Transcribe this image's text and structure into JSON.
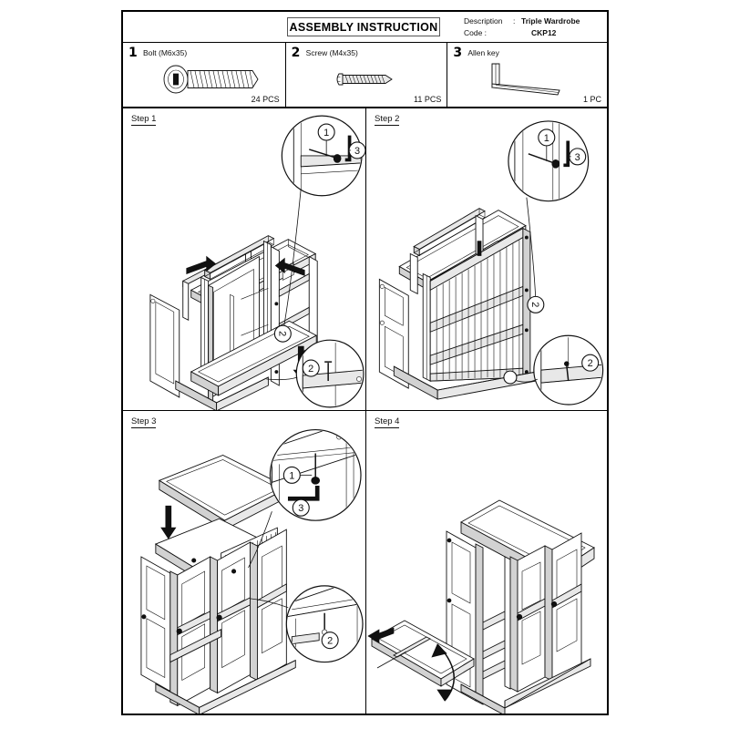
{
  "sheet": {
    "title": "ASSEMBLY  INSTRUCTION",
    "description_label": "Description",
    "description_sep": ":",
    "description_value": "Triple Wardrobe",
    "code_label": "Code :",
    "code_value": "CKP12"
  },
  "parts": [
    {
      "number": "1",
      "name": "Bolt  (M6x35)",
      "qty": "24 PCS",
      "icon": "hex-socket-bolt-icon"
    },
    {
      "number": "2",
      "name": "Screw (M4x35)",
      "qty": "11 PCS",
      "icon": "pan-head-screw-icon"
    },
    {
      "number": "3",
      "name": "Allen key",
      "qty": "1 PC",
      "icon": "allen-key-icon"
    }
  ],
  "steps": [
    {
      "label": "Step 1",
      "callouts": [
        {
          "id": "1",
          "part": "1"
        },
        {
          "id": "3",
          "part": "3"
        },
        {
          "id": "2",
          "part": "2"
        }
      ]
    },
    {
      "label": "Step 2",
      "callouts": [
        {
          "id": "1",
          "part": "1"
        },
        {
          "id": "3",
          "part": "3"
        },
        {
          "id": "2",
          "part": "2"
        }
      ]
    },
    {
      "label": "Step 3",
      "callouts": [
        {
          "id": "1",
          "part": "1"
        },
        {
          "id": "3",
          "part": "3"
        },
        {
          "id": "2",
          "part": "2"
        }
      ]
    },
    {
      "label": "Step 4",
      "callouts": []
    }
  ],
  "colors": {
    "line": "#111111",
    "panel_fill": "#ffffff",
    "shade_light": "#e8e8e8",
    "shade_dark": "#d2d2d2",
    "border": "#000000"
  }
}
